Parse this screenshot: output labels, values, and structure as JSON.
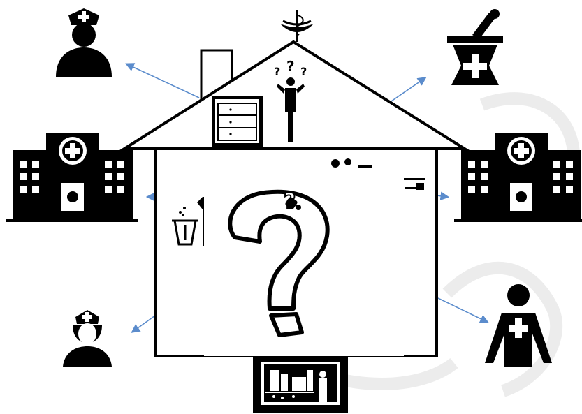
{
  "colors": {
    "ink": "#000000",
    "arrow": "#5b8ccc",
    "background": "#ffffff",
    "watermark": "#e9e9e9"
  },
  "diagram": {
    "center": {
      "shape": "house",
      "interior_icon": "question-mark-icon",
      "roof_items": [
        "chimney",
        "drawer-cabinet-icon",
        "confused-person-icon",
        "caduceus-icon"
      ],
      "wall_items": [
        "medicine-bin-icon",
        "partial-icons-obscured"
      ],
      "below_item": "pharmacy-shelf-icon"
    },
    "nodes": [
      {
        "id": "nurse-cap",
        "icon": "nurse-with-cap-icon"
      },
      {
        "id": "mortar-pestle",
        "icon": "mortar-and-pestle-icon"
      },
      {
        "id": "hospital-left",
        "icon": "hospital-building-icon"
      },
      {
        "id": "hospital-right",
        "icon": "hospital-building-icon"
      },
      {
        "id": "nurse-woman",
        "icon": "female-nurse-icon"
      },
      {
        "id": "doctor",
        "icon": "doctor-icon"
      }
    ],
    "arrows": [
      {
        "from": "house",
        "to": "nurse-cap"
      },
      {
        "from": "house",
        "to": "mortar-pestle"
      },
      {
        "from": "house",
        "to": "hospital-left"
      },
      {
        "from": "house",
        "to": "hospital-right"
      },
      {
        "from": "house",
        "to": "nurse-woman"
      },
      {
        "from": "house",
        "to": "doctor"
      }
    ],
    "roof_question_marks": [
      "?",
      "?",
      "?"
    ],
    "small_question_mark": "?"
  }
}
